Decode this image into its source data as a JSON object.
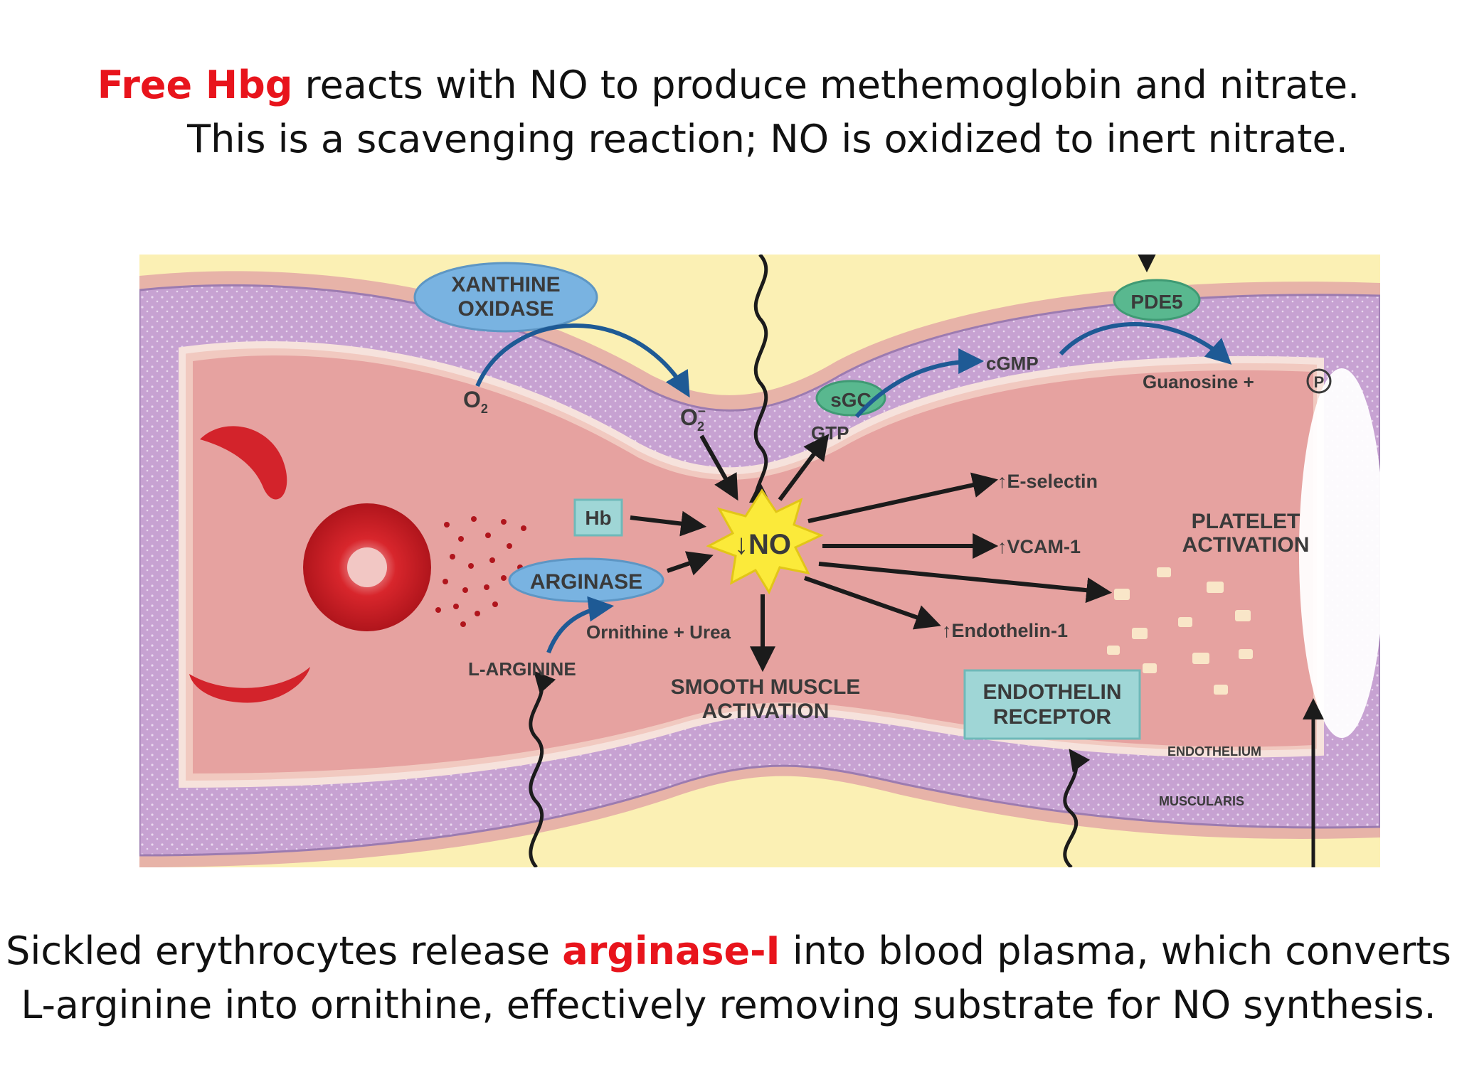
{
  "caption_top": {
    "highlight": "Free Hbg",
    "line1_rest": " reacts with NO to produce methemoglobin and nitrate.",
    "line2": "This is a scavenging reaction; NO is oxidized to inert nitrate."
  },
  "caption_bottom": {
    "line1_pre": "Sickled erythrocytes release ",
    "highlight": "arginase-I",
    "line1_post": " into blood plasma, which converts",
    "line2": "L-arginine into ornithine, effectively removing substrate for NO synthesis."
  },
  "diagram": {
    "xanthine_oxidase_1": "XANTHINE",
    "xanthine_oxidase_2": "OXIDASE",
    "o2": "O",
    "o2_sub": "2",
    "o2_super": "O",
    "o2_super_mark": "–",
    "o2_super_sub": "2",
    "sgc": "sGC",
    "gtp": "GTP",
    "cgmp": "cGMP",
    "pde5": "PDE5",
    "guanosine": "Guanosine +",
    "phosphate": "P",
    "hb": "Hb",
    "no": "NO",
    "arginase": "ARGINASE",
    "ornithine_urea": "Ornithine + Urea",
    "l_arginine": "L-ARGININE",
    "e_selectin": "E-selectin",
    "vcam": "VCAM-1",
    "endothelin_1": "Endothelin-1",
    "platelet_1": "PLATELET",
    "platelet_2": "ACTIVATION",
    "smooth_1": "SMOOTH MUSCLE",
    "smooth_2": "ACTIVATION",
    "endothelin_receptor_1": "ENDOTHELIN",
    "endothelin_receptor_2": "RECEPTOR",
    "endothelium": "ENDOTHELIUM",
    "muscularis": "MUSCULARIS",
    "up_arrow": "↑",
    "down_arrow": "↓"
  },
  "colors": {
    "highlight": "#e8141c",
    "background": "#fbf0b4",
    "wall": "#c7a2d2",
    "lumen": "#e6a2a0",
    "enzyme_blue": "#79b3e1",
    "enzyme_green": "#59b88f",
    "box_teal": "#9fd6d6",
    "arrow": "#1b1b1b",
    "blue_arrow": "#1e5a95",
    "rbc": "#cc1a22"
  }
}
